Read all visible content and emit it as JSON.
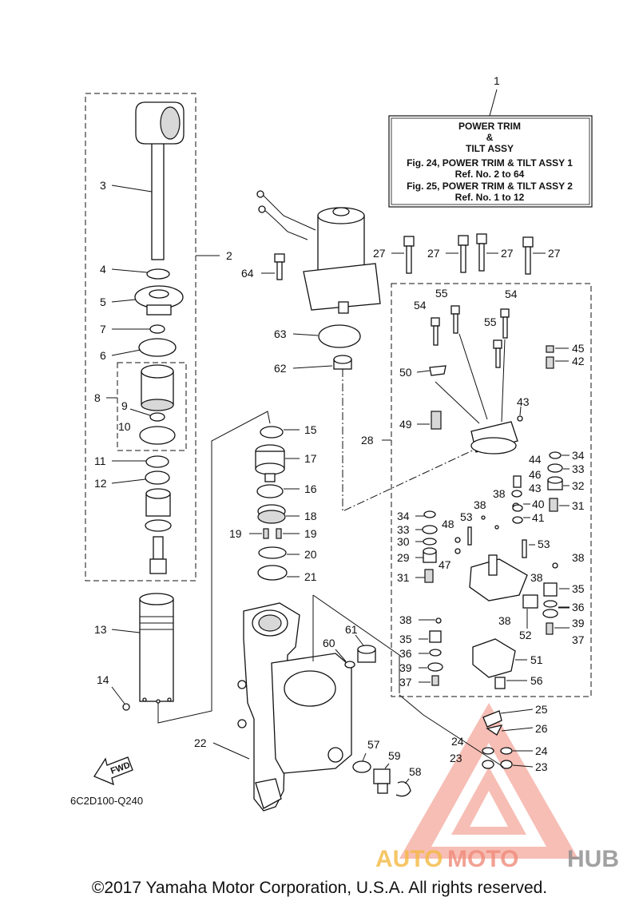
{
  "legend_box": {
    "ref": "1",
    "title_line1": "POWER TRIM",
    "title_line2": "&",
    "title_line3": "TILT ASSY",
    "fig1": "Fig. 24, POWER TRIM & TILT ASSY 1",
    "fig1_ref": "Ref. No. 2 to 64",
    "fig2": "Fig. 25, POWER TRIM & TILT ASSY 2",
    "fig2_ref": "Ref. No. 1 to 12"
  },
  "callouts": {
    "c1": "1",
    "c2": "2",
    "c3": "3",
    "c4": "4",
    "c5": "5",
    "c6": "6",
    "c7": "7",
    "c8": "8",
    "c9": "9",
    "c10": "10",
    "c11": "11",
    "c12": "12",
    "c13": "13",
    "c14": "14",
    "c15": "15",
    "c16": "16",
    "c17": "17",
    "c18": "18",
    "c19": "19",
    "c20": "20",
    "c21": "21",
    "c22": "22",
    "c23": "23",
    "c24": "24",
    "c25": "25",
    "c26": "26",
    "c27": "27",
    "c28": "28",
    "c29": "29",
    "c30": "30",
    "c31": "31",
    "c32": "32",
    "c33": "33",
    "c34": "34",
    "c35": "35",
    "c36": "36",
    "c37": "37",
    "c38": "38",
    "c39": "39",
    "c40": "40",
    "c41": "41",
    "c42": "42",
    "c43": "43",
    "c44": "44",
    "c45": "45",
    "c46": "46",
    "c47": "47",
    "c48": "48",
    "c49": "49",
    "c50": "50",
    "c51": "51",
    "c52": "52",
    "c53": "53",
    "c54": "54",
    "c55": "55",
    "c56": "56",
    "c57": "57",
    "c58": "58",
    "c59": "59",
    "c60": "60",
    "c61": "61",
    "c62": "62",
    "c63": "63",
    "c64": "64"
  },
  "fwd_label": "FWD",
  "diagram_code": "6C2D100-Q240",
  "watermark": {
    "part1": "AUTO",
    "part2": "MOTO",
    "part3": "HUB",
    "color1": "#f5b942",
    "color2": "#f08a7a",
    "color3": "#8a8a8a"
  },
  "copyright": "©2017 Yamaha Motor Corporation, U.S.A. All rights reserved."
}
